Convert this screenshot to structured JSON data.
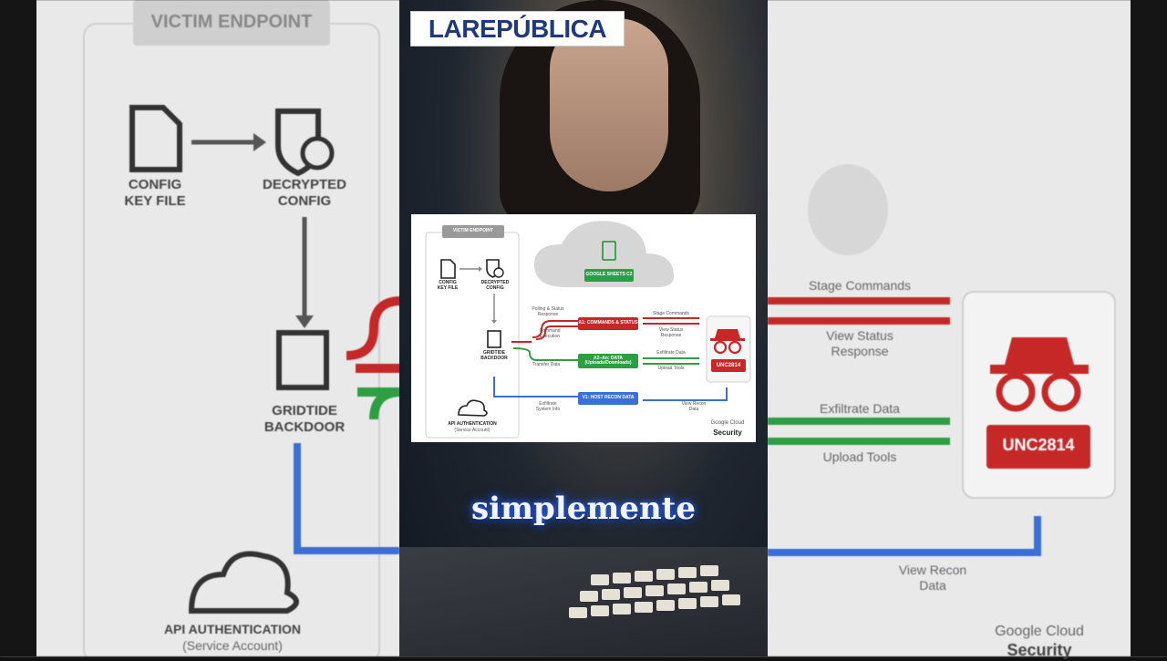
{
  "brand": {
    "logo_text": "LAREPÚBLICA",
    "logo_color": "#1e3a7a"
  },
  "caption": "simplemente",
  "diagram": {
    "victim_endpoint": "VICTIM ENDPOINT",
    "config_key_file": "CONFIG\nKEY FILE",
    "decrypted_config": "DECRYPTED\nCONFIG",
    "gridtide_backdoor": "GRIDTIDE\nBACKDOOR",
    "api_auth": "API AUTHENTICATION",
    "service_account": "(Service Account)",
    "google_sheets_c2": "GOOGLE SHEETS C2",
    "polling": "Polling & Status\nResponse",
    "command_execution": "Command\nExecution",
    "transfer_data": "Transfer Data",
    "exfiltrate_system_info": "Exfiltrate\nSystem Info",
    "a1": "A1: COMMANDS & STATUS",
    "a2": "A2–An: DATA\n(Uploads/Downloads)",
    "v1": "V1: HOST RECON DATA",
    "stage_commands": "Stage Commands",
    "view_status_response": "View Status\nResponse",
    "exfiltrate_data": "Exfiltrate Data",
    "upload_tools": "Upload Tools",
    "view_recon_data": "View Recon\nData",
    "unc": "UNC2814",
    "google_cloud": "Google Cloud",
    "security": "Security"
  },
  "colors": {
    "red": "#c62828",
    "green": "#2e9e43",
    "blue": "#3a6fd8",
    "gray": "#888888"
  }
}
